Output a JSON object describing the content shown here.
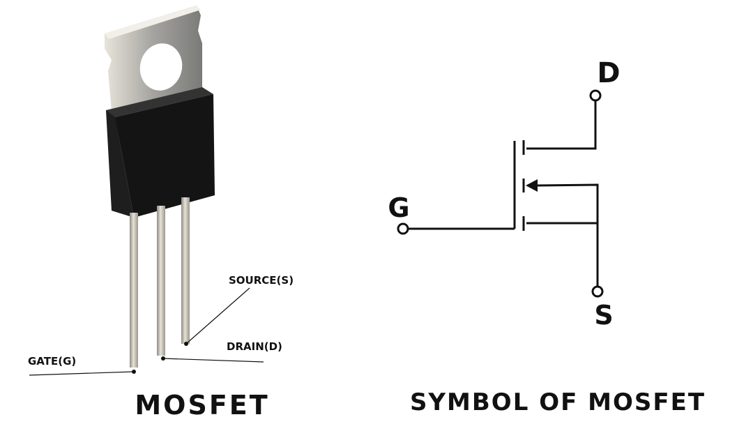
{
  "photo": {
    "labels": {
      "gate": "GATE(G)",
      "drain": "DRAIN(D)",
      "source": "SOURCE(S)"
    },
    "caption": "MOSFET"
  },
  "symbol": {
    "terminals": {
      "drain": "D",
      "gate": "G",
      "source": "S"
    },
    "caption": "SYMBOL OF MOSFET"
  },
  "colors": {
    "ink": "#111111",
    "body": "#141414",
    "tab": "#9a9a96",
    "lead": "#c9c5bb"
  }
}
